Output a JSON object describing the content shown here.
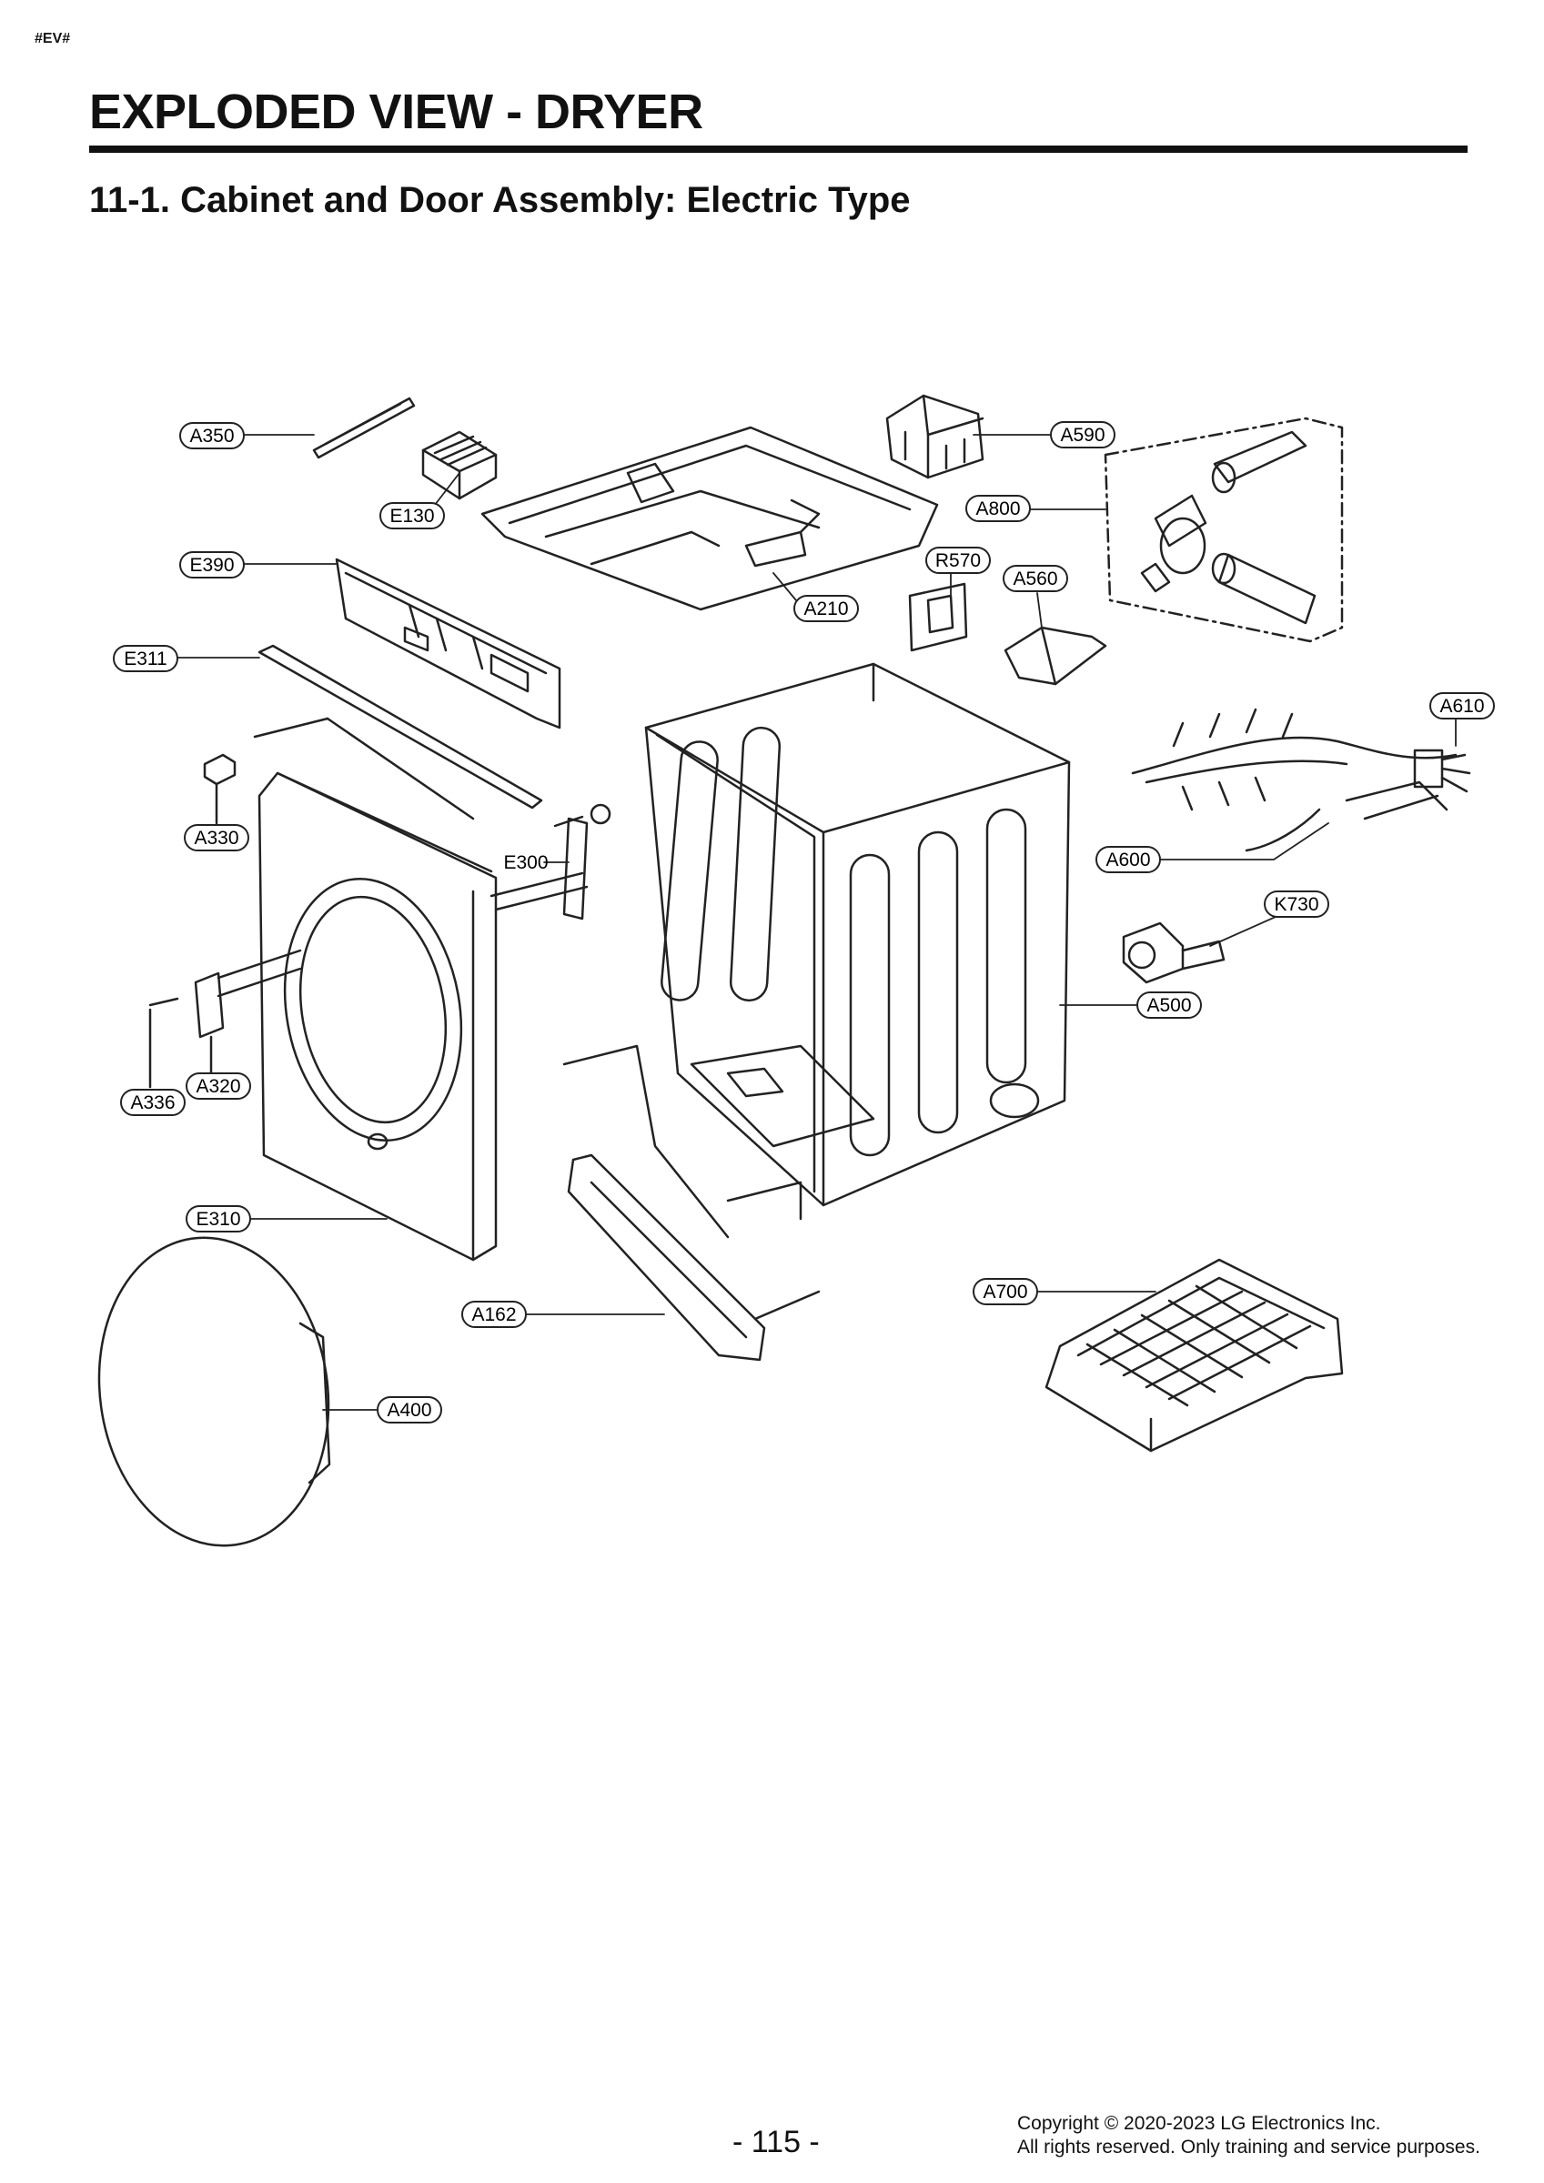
{
  "header": {
    "tag": "#EV#",
    "title": "EXPLODED VIEW - DRYER",
    "subtitle": "11-1. Cabinet and Door Assembly: Electric Type"
  },
  "callouts": [
    "A350",
    "E130",
    "E390",
    "E311",
    "A330",
    "E300",
    "A336",
    "A320",
    "E310",
    "A162",
    "A400",
    "A590",
    "A800",
    "R570",
    "A560",
    "A210",
    "A610",
    "A600",
    "K730",
    "A500",
    "A700"
  ],
  "footer": {
    "page_number": "- 115 -",
    "copyright": "Copyright © 2020-2023  LG Electronics Inc.",
    "rights": "All rights reserved. Only training and service purposes."
  }
}
